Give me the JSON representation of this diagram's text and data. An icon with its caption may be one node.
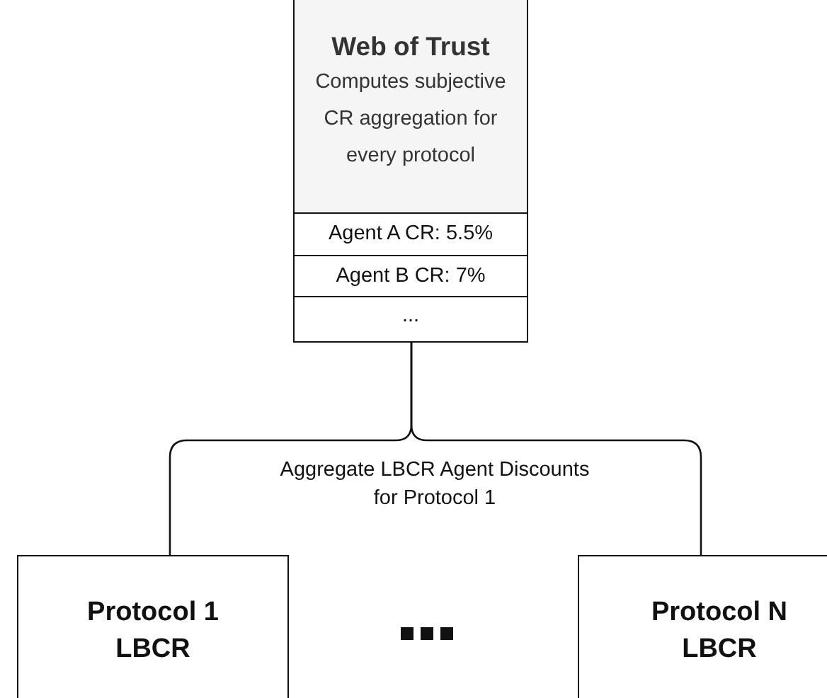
{
  "diagram": {
    "nodes": [
      {
        "text": [
          "Web of Trust",
          "Computes subjective CR aggregation for every protocol"
        ]
      },
      {
        "text": [
          "Agent A CR: 5.5%"
        ],
        "in": 0
      },
      {
        "text": [
          "Agent B CR: 7%"
        ],
        "in": 0
      },
      {
        "text": [
          "..."
        ],
        "in": 0
      },
      {
        "text": [
          "Protocol 1 LBCR"
        ]
      },
      {
        "text": [
          "Protocol N LBCR"
        ]
      }
    ],
    "edges": [
      {
        "from": 0,
        "to": 4,
        "arrow": "none",
        "label": "Aggregate LBCR Agent Discounts for Protocol 1"
      },
      {
        "from": 0,
        "to": 5,
        "arrow": "none"
      }
    ]
  }
}
